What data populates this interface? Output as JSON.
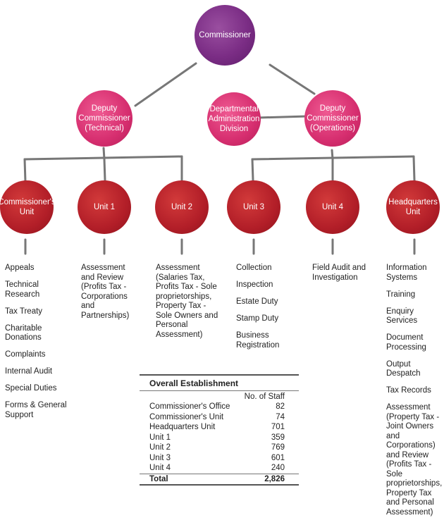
{
  "org": {
    "commissioner": "Commissioner",
    "deputy_technical": "Deputy Commissioner (Technical)",
    "admin_division": "Departmental Administration Division",
    "deputy_operations": "Deputy Commissioner (Operations)",
    "units": [
      {
        "name": "Commissioner's Unit",
        "duties": [
          "Appeals",
          "Technical Research",
          "Tax Treaty",
          "Charitable Donations",
          "Complaints",
          "Internal Audit",
          "Special Duties",
          "Forms & General Support"
        ]
      },
      {
        "name": "Unit 1",
        "duties": [
          "Assessment and Review (Profits Tax - Corporations and Partnerships)"
        ]
      },
      {
        "name": "Unit 2",
        "duties": [
          "Assessment (Salaries Tax, Profits Tax - Sole proprietorships, Property Tax - Sole Owners and Personal Assessment)"
        ]
      },
      {
        "name": "Unit 3",
        "duties": [
          "Collection",
          "Inspection",
          "Estate Duty",
          "Stamp Duty",
          "Business Registration"
        ]
      },
      {
        "name": "Unit 4",
        "duties": [
          "Field Audit and Investigation"
        ]
      },
      {
        "name": "Headquarters Unit",
        "duties": [
          "Information Systems",
          "Training",
          "Enquiry Services",
          "Document Processing",
          "Output Despatch",
          "Tax Records",
          "Assessment (Property Tax - Joint Owners and Corporations) and Review (Profits Tax - Sole proprietorships, Property Tax and Personal Assessment)"
        ]
      }
    ]
  },
  "establishment": {
    "title": "Overall Establishment",
    "column_header": "No. of Staff",
    "rows": [
      {
        "label": "Commissioner's Office",
        "value": "82"
      },
      {
        "label": "Commissioner's Unit",
        "value": "74"
      },
      {
        "label": "Headquarters Unit",
        "value": "701"
      },
      {
        "label": "Unit 1",
        "value": "359"
      },
      {
        "label": "Unit 2",
        "value": "769"
      },
      {
        "label": "Unit 3",
        "value": "601"
      },
      {
        "label": "Unit 4",
        "value": "240"
      }
    ],
    "total_label": "Total",
    "total_value": "2,826"
  },
  "colors": {
    "commissioner": "#7b2d85",
    "deputy": "#d62e6f",
    "unit": "#b21e28",
    "connector": "#777777"
  }
}
